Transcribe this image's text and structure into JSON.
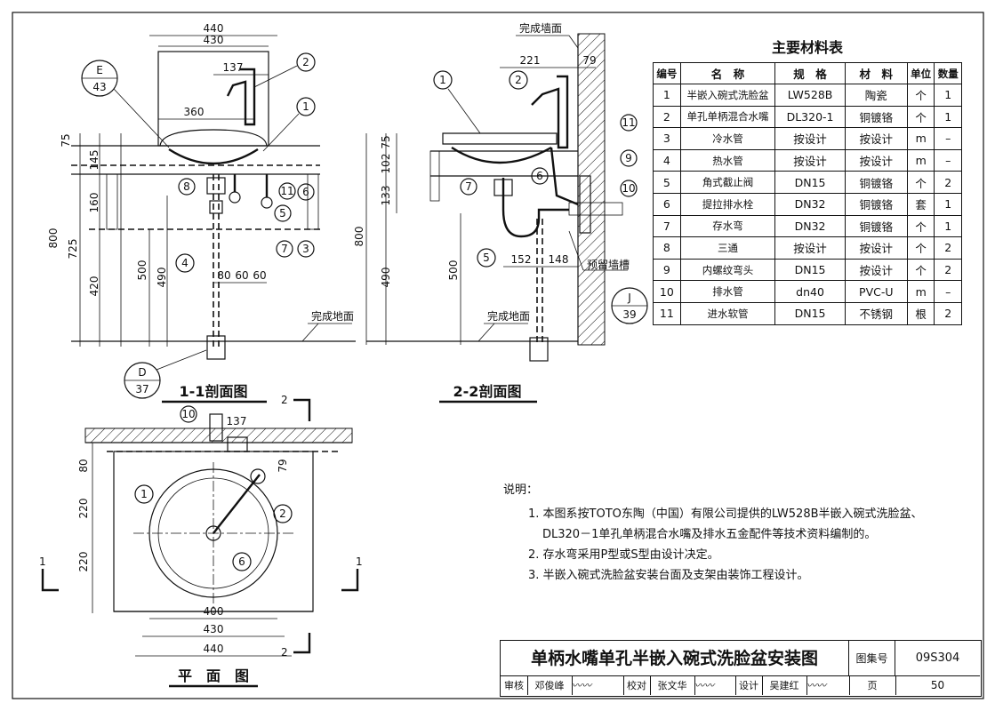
{
  "materials_table": {
    "title": "主要材料表",
    "headers": [
      "编号",
      "名　称",
      "规　格",
      "材　料",
      "单位",
      "数量"
    ],
    "rows": [
      [
        "1",
        "半嵌入碗式洗脸盆",
        "LW528B",
        "陶瓷",
        "个",
        "1"
      ],
      [
        "2",
        "单孔单柄混合水嘴",
        "DL320-1",
        "铜镀铬",
        "个",
        "1"
      ],
      [
        "3",
        "冷水管",
        "按设计",
        "按设计",
        "m",
        "–"
      ],
      [
        "4",
        "热水管",
        "按设计",
        "按设计",
        "m",
        "–"
      ],
      [
        "5",
        "角式截止阀",
        "DN15",
        "铜镀铬",
        "个",
        "2"
      ],
      [
        "6",
        "提拉排水栓",
        "DN32",
        "铜镀铬",
        "套",
        "1"
      ],
      [
        "7",
        "存水弯",
        "DN32",
        "铜镀铬",
        "个",
        "1"
      ],
      [
        "8",
        "三通",
        "按设计",
        "按设计",
        "个",
        "2"
      ],
      [
        "9",
        "内螺纹弯头",
        "DN15",
        "按设计",
        "个",
        "2"
      ],
      [
        "10",
        "排水管",
        "dn40",
        "PVC-U",
        "m",
        "–"
      ],
      [
        "11",
        "进水软管",
        "DN15",
        "不锈钢",
        "根",
        "2"
      ]
    ]
  },
  "notes": {
    "heading": "说明：",
    "items": [
      "1. 本图系按TOTO东陶（中国）有限公司提供的LW528B半嵌入碗式洗脸盆、",
      "DL320－1单孔单柄混合水嘴及排水五金配件等技术资料编制的。",
      "2. 存水弯采用P型或S型由设计决定。",
      "3. 半嵌入碗式洗脸盆安装台面及支架由装饰工程设计。"
    ]
  },
  "title_block": {
    "drawing_title": "单柄水嘴单孔半嵌入碗式洗脸盆安装图",
    "atlas_label": "图集号",
    "atlas_no": "09S304",
    "review_label": "审核",
    "reviewer": "邓俊峰",
    "check_label": "校对",
    "checker": "张文华",
    "design_label": "设计",
    "designer": "吴建红",
    "page_label": "页",
    "page_no": "50"
  },
  "section_1_1": {
    "title": "1-1剖面图",
    "dims_top": [
      "440",
      "430",
      "137",
      "360"
    ],
    "dims_left": [
      "75",
      "145",
      "160",
      "420",
      "725",
      "800",
      "500",
      "490"
    ],
    "dims_bottom": [
      "80",
      "60",
      "60"
    ],
    "callouts": [
      "1",
      "2",
      "3",
      "4",
      "5",
      "6",
      "7",
      "8",
      "11"
    ],
    "detail_ref_top": {
      "num": "E",
      "sheet": "43"
    },
    "detail_ref_bottom": {
      "num": "D",
      "sheet": "37"
    },
    "floor_label": "完成地面"
  },
  "section_2_2": {
    "title": "2-2剖面图",
    "dims_top": [
      "221",
      "79"
    ],
    "dims_left": [
      "75",
      "102",
      "133",
      "800",
      "500",
      "490"
    ],
    "dims_bottom": [
      "152",
      "148"
    ],
    "callouts": [
      "1",
      "2",
      "5",
      "6",
      "7",
      "9",
      "10",
      "11"
    ],
    "wall_label": "完成墙面",
    "floor_label": "完成地面",
    "slot_label": "预留墙槽",
    "detail_ref": {
      "num": "J",
      "sheet": "39"
    }
  },
  "plan": {
    "title": "平　面　图",
    "dims_top": [
      "137",
      "79"
    ],
    "dims_left": [
      "80",
      "220",
      "220"
    ],
    "dims_bottom": [
      "400",
      "430",
      "440"
    ],
    "callouts": [
      "1",
      "2",
      "6",
      "10"
    ],
    "section_marks": [
      "1",
      "1",
      "2",
      "2"
    ]
  },
  "colors": {
    "ink": "#111111",
    "paper": "#ffffff"
  }
}
